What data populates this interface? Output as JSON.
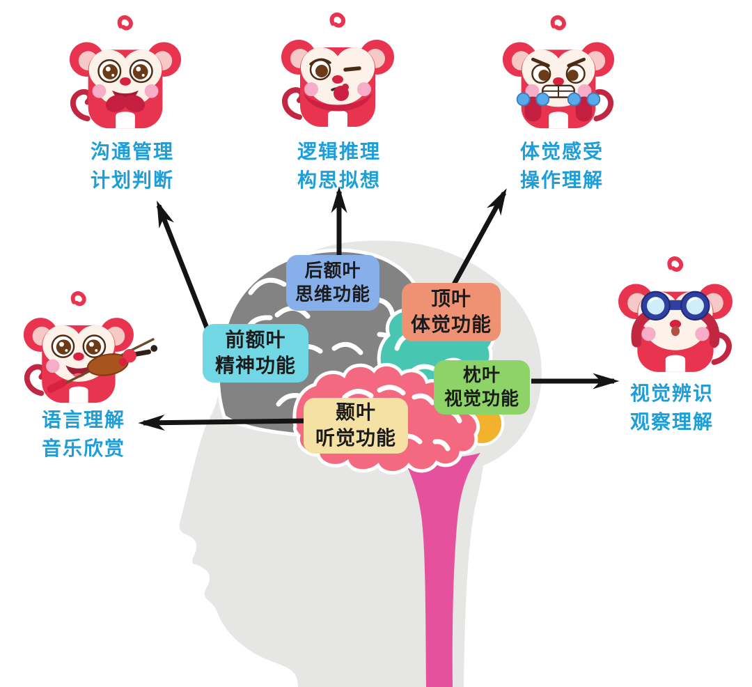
{
  "diagram": {
    "boxes": [
      {
        "line1": "前额叶",
        "line2": "精神功能",
        "color": "#71d7e5"
      },
      {
        "line1": "后额叶",
        "line2": "思维功能",
        "color": "#87afe9"
      },
      {
        "line1": "顶叶",
        "line2": "体觉功能",
        "color": "#ef9273"
      },
      {
        "line1": "枕叶",
        "line2": "视觉功能",
        "color": "#8ed368"
      },
      {
        "line1": "颞叶",
        "line2": "听觉功能",
        "color": "#f6e1a5"
      }
    ],
    "labels": [
      {
        "line1": "沟通管理",
        "line2": "计划判断"
      },
      {
        "line1": "逻辑推理",
        "line2": "构思拟想"
      },
      {
        "line1": "体觉感受",
        "line2": "操作理解"
      },
      {
        "line1": "视觉辨识",
        "line2": "观察理解"
      },
      {
        "line1": "语言理解",
        "line2": "音乐欣赏"
      }
    ],
    "icons": [
      "monkey-clasped-hands-icon",
      "monkey-thinking-icon",
      "monkey-dumbbells-icon",
      "monkey-binoculars-icon",
      "monkey-violin-icon"
    ],
    "colors": {
      "label_text": "#1e9ed8",
      "box_text": "#1b1b1b",
      "arrow": "#141414",
      "head_silhouette": "#e6e6e4",
      "frontal_lobe": "#838383",
      "parietal_lobe": "#48c6b2",
      "temporal_lobe": "#f36a80",
      "brain_stem": "#e6519d",
      "cerebellum": "#f2b22e",
      "monkey_red": "#e93450"
    }
  }
}
